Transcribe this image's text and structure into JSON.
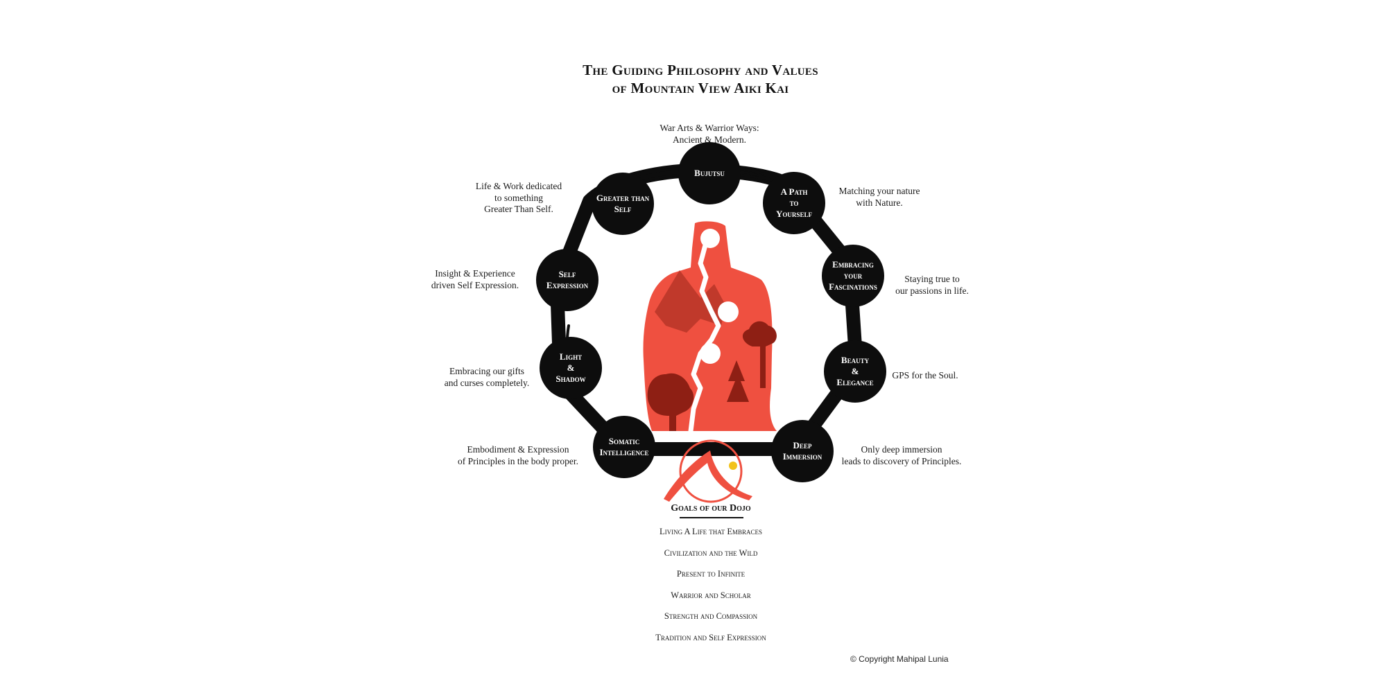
{
  "title": {
    "line1": "The Guiding Philosophy and Values",
    "line2": "of Mountain View Aiki Kai"
  },
  "nodes": [
    {
      "lines": [
        "Bujutsu"
      ],
      "desc": [
        "War Arts & Warrior Ways:",
        "Ancient & Modern."
      ]
    },
    {
      "lines": [
        "A Path",
        "to",
        "Yourself"
      ],
      "desc": [
        "Matching your nature",
        "with Nature."
      ]
    },
    {
      "lines": [
        "Embracing",
        "your",
        "Fascinations"
      ],
      "desc": [
        "Staying true to",
        "our passions in life."
      ]
    },
    {
      "lines": [
        "Beauty",
        "&",
        "Elegance"
      ],
      "desc": [
        "GPS for the Soul."
      ]
    },
    {
      "lines": [
        "Deep",
        "Immersion"
      ],
      "desc": [
        "Only deep immersion",
        "leads to discovery of Principles."
      ]
    },
    {
      "lines": [
        "Somatic",
        "Intelligence"
      ],
      "desc": [
        "Embodiment & Expression",
        "of Principles in the body proper."
      ]
    },
    {
      "lines": [
        "Light",
        "&",
        "Shadow"
      ],
      "desc": [
        "Embracing our gifts",
        "and curses completely."
      ]
    },
    {
      "lines": [
        "Self",
        "Expression"
      ],
      "desc": [
        "Insight & Experience",
        "driven Self Expression."
      ]
    },
    {
      "lines": [
        "Greater than",
        "Self"
      ],
      "desc": [
        "Life & Work dedicated",
        "to something",
        "Greater Than Self."
      ]
    }
  ],
  "goals": {
    "title": "Goals of our Dojo",
    "items": [
      "Living A Life that Embraces",
      "Civilization and the Wild",
      "Present to Infinite",
      "Warrior and Scholar",
      "Strength and Compassion",
      "Tradition and Self Expression"
    ]
  },
  "copyright": "© Copyright Mahipal Lunia",
  "colors": {
    "ink": "#0d0d0d",
    "accent_red": "#ef5040",
    "dark_red": "#c0392b",
    "sun_yellow": "#f2c21b"
  }
}
